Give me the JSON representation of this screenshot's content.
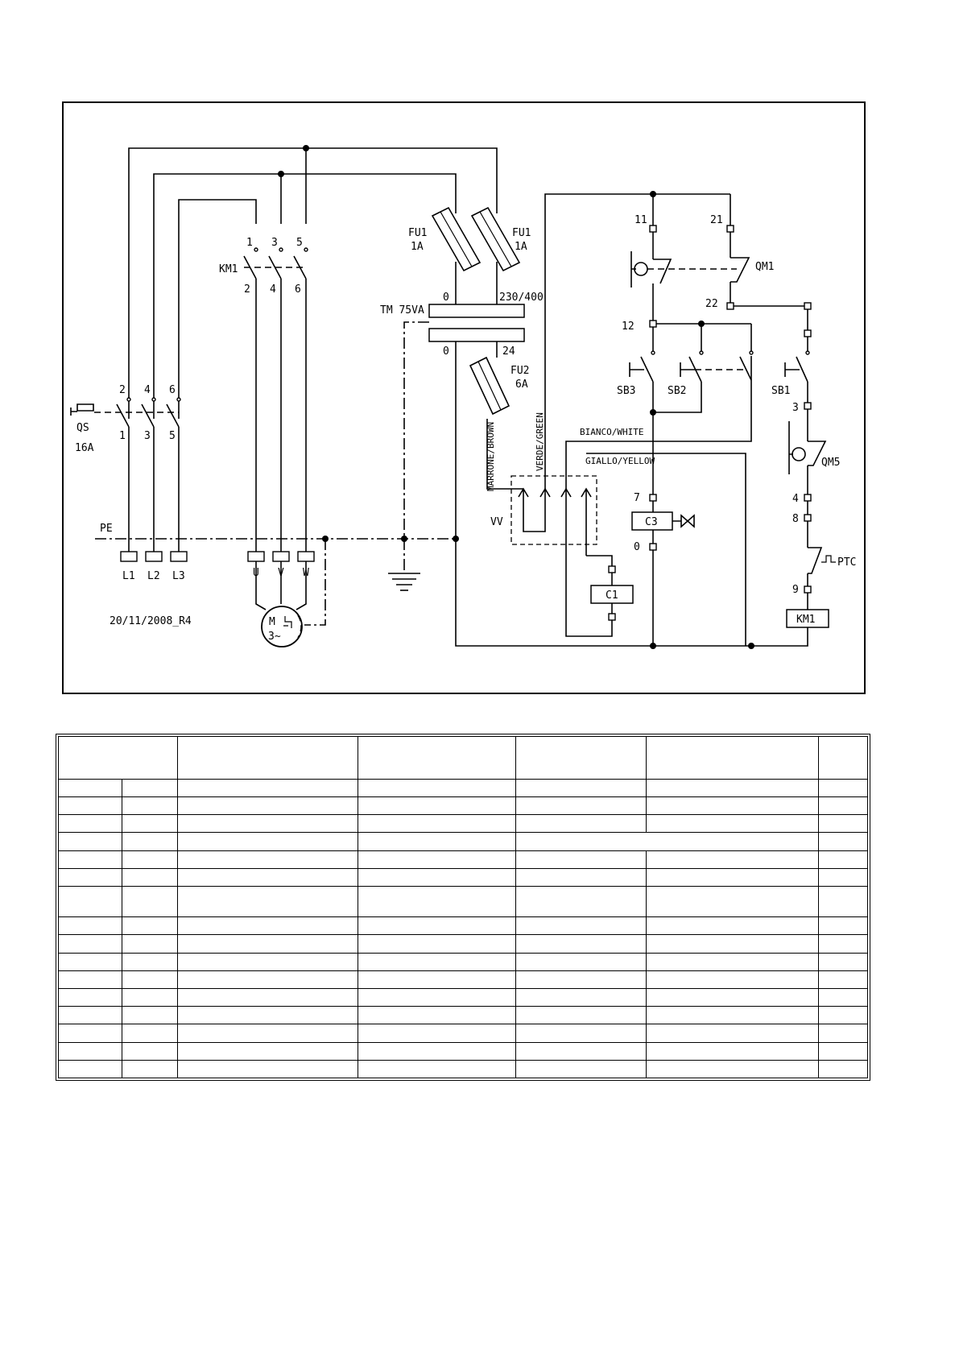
{
  "labels": {
    "fu1_a": "FU1",
    "fu1_a_rating": "1A",
    "fu1_b": "FU1",
    "fu1_b_rating": "1A",
    "fu2": "FU2",
    "fu2_rating": "6A",
    "tm": "TM  75VA",
    "tm_in_0": "0",
    "tm_in_v": "230/400",
    "tm_out_0": "0",
    "tm_out_v": "24",
    "km1_contactor": "KM1",
    "km1_top": [
      "1",
      "3",
      "5"
    ],
    "km1_bottom": [
      "2",
      "4",
      "6"
    ],
    "qs": "QS",
    "qs_rating": "16A",
    "qs_top": [
      "2",
      "4",
      "6"
    ],
    "qs_bottom": [
      "1",
      "3",
      "5"
    ],
    "pe": "PE",
    "supply": [
      "L1",
      "L2",
      "L3"
    ],
    "motor_terms": [
      "U",
      "V",
      "W"
    ],
    "motor_m": "M",
    "motor_3": "3~",
    "date": "20/11/2008_R4",
    "n11": "11",
    "n21": "21",
    "qm1": "QM1",
    "n22": "22",
    "n12": "12",
    "sb3": "SB3",
    "sb2": "SB2",
    "sb1": "SB1",
    "n3": "3",
    "qm5": "QM5",
    "n4": "4",
    "n8": "8",
    "ptc": "PTC",
    "n9": "9",
    "km1_coil": "KM1",
    "n7": "7",
    "c3": "C3",
    "n0": "0",
    "c1": "C1",
    "vv": "VV",
    "wire_brown": "MARRONE/BROWN",
    "wire_green": "VERDE/GREEN",
    "wire_white": "BIANCO/WHITE",
    "wire_yellow": "GIALLO/YELLOW"
  },
  "table": {
    "rows": 17
  }
}
